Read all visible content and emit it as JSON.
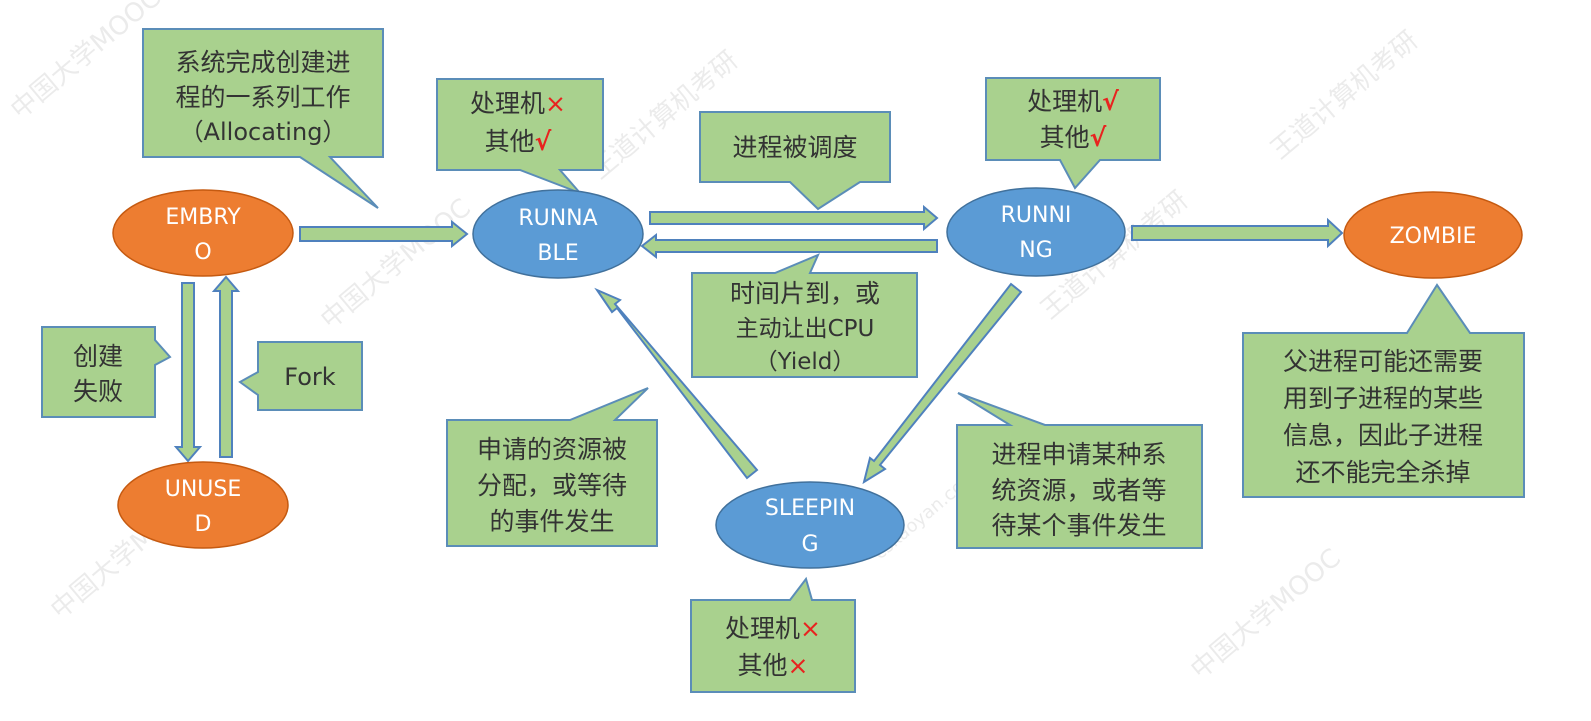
{
  "colors": {
    "callout_fill": "#a9d18e",
    "callout_stroke": "#5b8db8",
    "state_orange": "#ed7d31",
    "state_blue": "#5b9bd5",
    "arrow_fill": "#a9d18e",
    "arrow_stroke": "#4f81bd",
    "mark_red": "#e8231f"
  },
  "watermark": {
    "text_a": "中国大学MOOC",
    "text_b": "王道计算机考研",
    "text_c": "cskaoyan.com"
  },
  "states": {
    "embryo": {
      "line1": "EMBRY",
      "line2": "O"
    },
    "unused": {
      "line1": "UNUSE",
      "line2": "D"
    },
    "runnable": {
      "line1": "RUNNA",
      "line2": "BLE"
    },
    "running": {
      "line1": "RUNNI",
      "line2": "NG"
    },
    "sleeping": {
      "line1": "SLEEPIN",
      "line2": "G"
    },
    "zombie": {
      "line1": "ZOMBIE"
    }
  },
  "callouts": {
    "allocating": {
      "line1": "系统完成创建进",
      "line2": "程的一系列工作",
      "line3": "（Allocating）"
    },
    "runnable_res": {
      "line1_text": "处理机",
      "line1_mark": "×",
      "line2_text": "其他",
      "line2_mark": "√"
    },
    "scheduled": {
      "line1": "进程被调度"
    },
    "running_res": {
      "line1_text": "处理机",
      "line1_mark": "√",
      "line2_text": "其他",
      "line2_mark": "√"
    },
    "create_fail": {
      "line1": "创建",
      "line2": "失败"
    },
    "fork": {
      "line1": "Fork"
    },
    "timeslice": {
      "line1": "时间片到，或",
      "line2": "主动让出CPU",
      "line3": "（Yield）"
    },
    "allocated": {
      "line1": "申请的资源被",
      "line2": "分配，或等待",
      "line3": "的事件发生"
    },
    "request": {
      "line1": "进程申请某种系",
      "line2": "统资源，或者等",
      "line3": "待某个事件发生"
    },
    "zombie_note": {
      "line1": "父进程可能还需要",
      "line2": "用到子进程的某些",
      "line3": "信息，因此子进程",
      "line4": "还不能完全杀掉"
    },
    "sleeping_res": {
      "line1_text": "处理机",
      "line1_mark": "×",
      "line2_text": "其他",
      "line2_mark": "×"
    }
  }
}
